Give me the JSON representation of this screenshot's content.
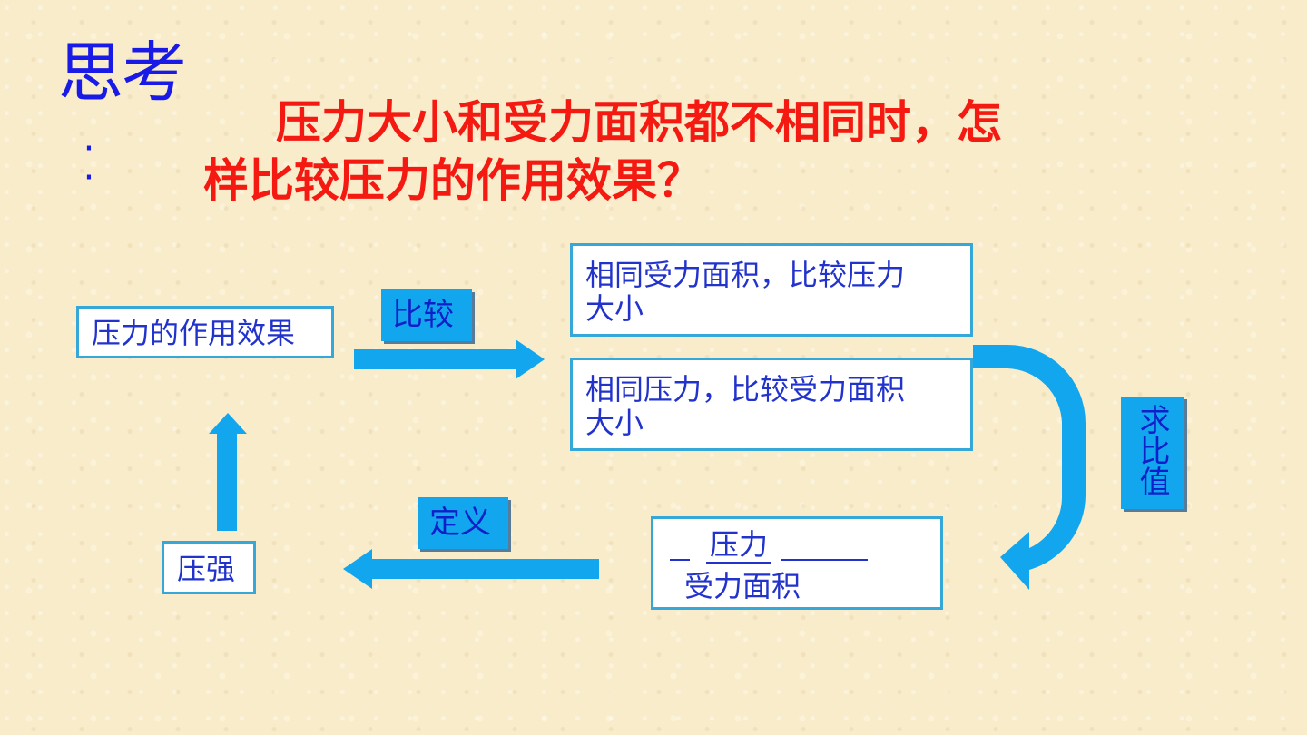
{
  "heading": {
    "think_label": "思考",
    "colon": ":",
    "question_line1": "压力大小和受力面积都不相同时，怎",
    "question_line2": "样比较压力的作用效果？"
  },
  "diagram": {
    "effect_box": "压力的作用效果",
    "compare_label": "比较",
    "method1_line1": "相同受力面积，比较压力",
    "method1_line2": "大小",
    "method2_line1": "相同压力，比较受力面积",
    "method2_line2": "大小",
    "ratio_label": "求比值",
    "fraction_numerator": "压力",
    "fraction_denominator": "受力面积",
    "define_label": "定义",
    "pressure_box": "压强"
  },
  "colors": {
    "background": "#f8eccb",
    "heading_blue": "#1a1ae6",
    "question_red": "#f41a12",
    "arrow_blue": "#12a6ee",
    "box_border": "#35a7d9",
    "box_text": "#2233cc"
  }
}
